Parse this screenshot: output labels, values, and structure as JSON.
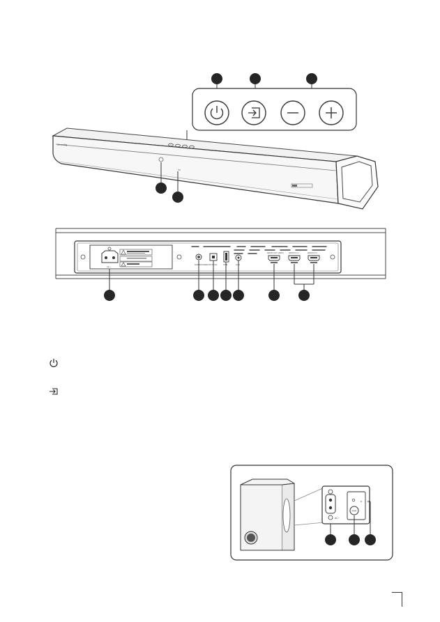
{
  "soundbar_front": {
    "brand": "Grundig",
    "badge": "DOLBY ATMOS",
    "buttons": [
      "power-icon",
      "input-icon",
      "minus-icon",
      "plus-icon"
    ]
  },
  "soundbar_rear": {
    "ports": [
      "AC ~",
      "SUBWOOFER",
      "OPTICAL",
      "USB",
      "AUX",
      "HDMI OUT (ARC)",
      "HDMI IN 1",
      "HDMI IN 2"
    ]
  },
  "legend_icons": [
    "power-icon",
    "input-icon"
  ],
  "subwoofer": {
    "panel_label": "AC~",
    "pair_button": "PAIR"
  },
  "colors": {
    "line": "#333333",
    "callout": "#262626"
  }
}
